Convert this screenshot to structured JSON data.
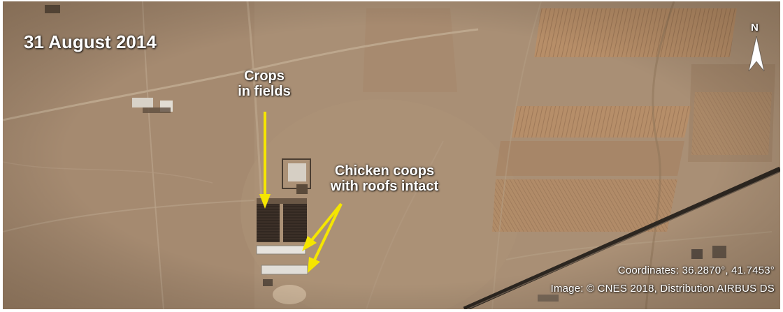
{
  "image": {
    "date": "31 August 2014",
    "annotations": {
      "crops": "Crops\nin fields",
      "coops": "Chicken coops\nwith roofs intact"
    },
    "north_letter": "N",
    "coordinates": "Coordinates: 36.2870°, 41.7453°",
    "credit": "Image: © CNES 2018, Distribution AIRBUS DS"
  },
  "colors": {
    "terrain": "#a88e74",
    "arrow": "#f5e600",
    "text": "#ffffff"
  }
}
